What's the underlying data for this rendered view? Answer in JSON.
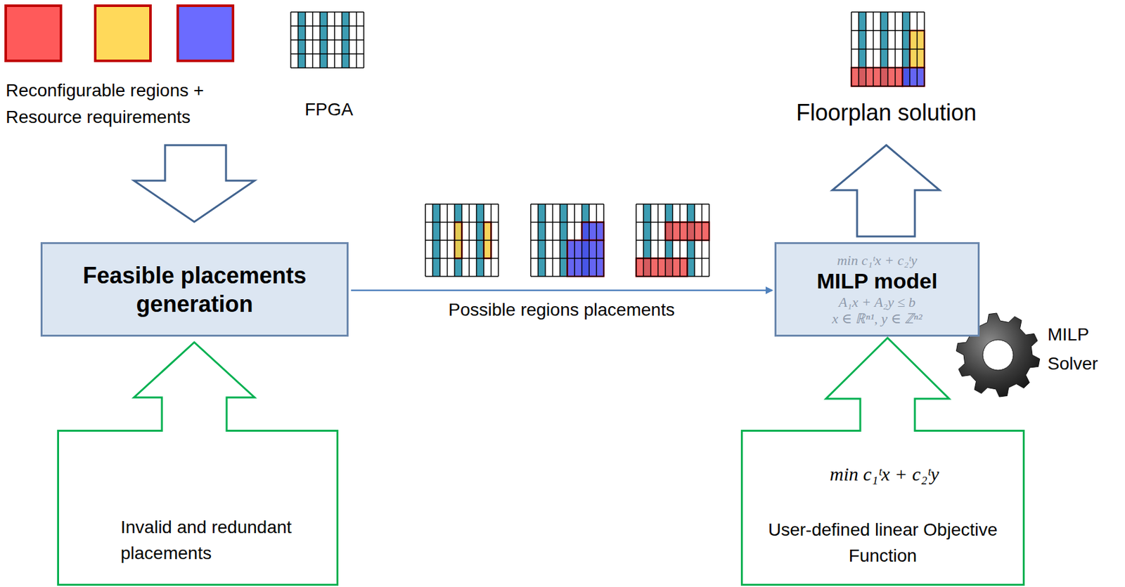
{
  "diagram": {
    "nodes": [
      {
        "text": [
          "Feasible placements generation"
        ]
      },
      {
        "text": [
          "MILP model",
          "min c₁ᵗx + c₂ᵗy",
          "A₁x + A₂y ≤ b",
          "x ∈ ℝⁿ¹, y ∈ ℤⁿ²"
        ]
      },
      {
        "text": [
          "Invalid and redundant placements"
        ]
      },
      {
        "text": [
          "min c₁ᵗx + c₂ᵗy",
          "User-defined linear Objective Function"
        ]
      }
    ],
    "edges": [
      {
        "from": 0,
        "to": 1,
        "arrow": "to",
        "label": "Possible regions placements"
      },
      {
        "from": 2,
        "to": 0,
        "arrow": "to"
      },
      {
        "from": 3,
        "to": 1,
        "arrow": "to"
      }
    ],
    "labels": [
      "Reconfigurable regions + Resource requirements",
      "FPGA",
      "Floorplan solution",
      "MILP Solver"
    ]
  }
}
